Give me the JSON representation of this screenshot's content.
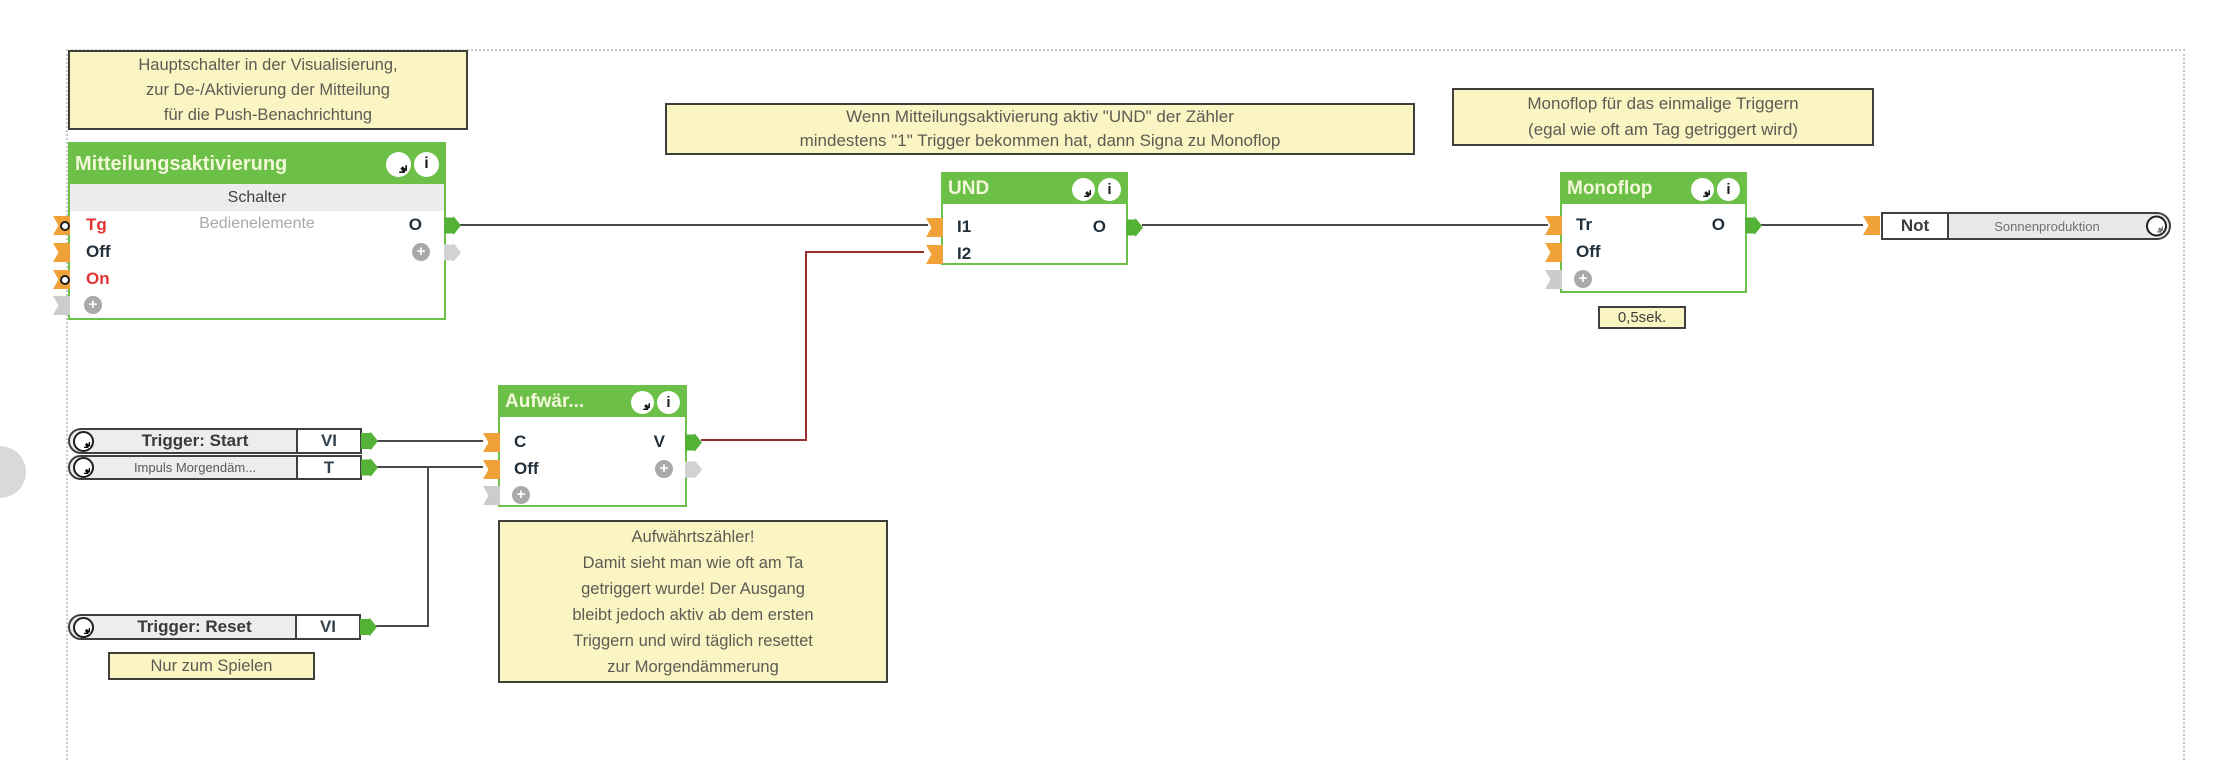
{
  "colors": {
    "block_green": "#6cbf47",
    "connector_green": "#54b236",
    "flag_orange": "#f0a138",
    "note_yellow": "#fbf4c3",
    "wire_dark": "#4a4a4a",
    "wire_red": "#9b2f2f",
    "label_red": "#e23333"
  },
  "notes": {
    "main_switch": "Hauptschalter in der Visualisierung,\nzur De-/Aktivierung der Mitteilung\nfür die Push-Benachrichtung",
    "und_note": "Wenn Mitteilungsaktivierung aktiv \"UND\" der Zähler\nmindestens \"1\" Trigger bekommen hat, dann Signa zu Monoflop",
    "monoflop_note": "Monoflop für das einmalige Triggern\n(egal wie oft am Tag getriggert wird)",
    "counter_note": "Aufwährtszähler!\nDamit sieht man wie oft am Ta\ngetriggert wurde! Der Ausgang\nbleibt jedoch aktiv ab dem ersten\nTriggern und wird täglich resettet\nzur Morgendämmerung",
    "reset_note": "Nur zum Spielen"
  },
  "blocks": {
    "mitteilungsaktivierung": {
      "title": "Mitteilungsaktivierung",
      "type": "Schalter",
      "category": "Bedienelemente",
      "inputs": {
        "i1": "Tg",
        "i2": "Off",
        "i3": "On"
      },
      "output": "O"
    },
    "und": {
      "title": "UND",
      "inputs": {
        "i1": "I1",
        "i2": "I2"
      },
      "output": "O"
    },
    "monoflop": {
      "title": "Monoflop",
      "inputs": {
        "i1": "Tr",
        "i2": "Off"
      },
      "output": "O",
      "param": "0,5sek."
    },
    "counter": {
      "title": "Aufwär...",
      "inputs": {
        "i1": "C",
        "i2": "Off"
      },
      "output": "V"
    }
  },
  "sources": {
    "trigger_start": {
      "label": "Trigger: Start",
      "port": "VI"
    },
    "impuls_morgendaemmerung": {
      "label": "Impuls Morgendäm...",
      "port": "T"
    },
    "trigger_reset": {
      "label": "Trigger: Reset",
      "port": "VI"
    }
  },
  "output_element": {
    "modifier": "Not",
    "label": "Sonnenproduktion"
  },
  "glyphs": {
    "plus": "+",
    "info": "i"
  }
}
